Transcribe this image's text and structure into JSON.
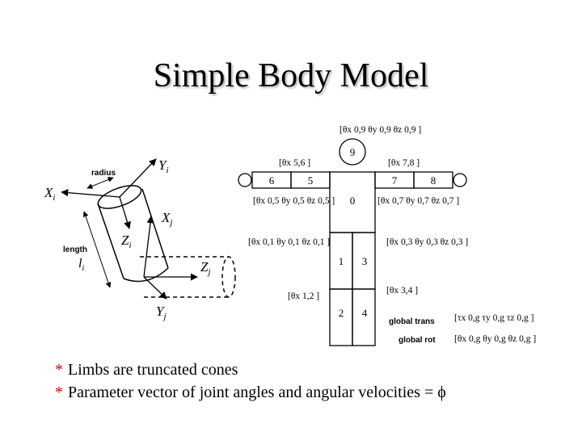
{
  "title": "Simple Body Model",
  "bullets": [
    {
      "marker": "*",
      "text": "Limbs are truncated cones"
    },
    {
      "marker": "*",
      "text": "Parameter vector of joint angles and angular velocities = ϕ"
    }
  ],
  "limb_diagram": {
    "radius_label": "radius",
    "length_label": "length",
    "li_label": "l",
    "li_sub": "i",
    "axes": [
      {
        "name": "X",
        "sub": "i"
      },
      {
        "name": "Y",
        "sub": "i"
      },
      {
        "name": "Z",
        "sub": "i"
      },
      {
        "name": "X",
        "sub": "j"
      },
      {
        "name": "Y",
        "sub": "j"
      },
      {
        "name": "Z",
        "sub": "j"
      }
    ]
  },
  "body_model": {
    "segments": [
      "9",
      "6",
      "5",
      "7",
      "8",
      "0",
      "1",
      "3",
      "2",
      "4"
    ],
    "joint_params": {
      "head": "[θx 0,9  θy 0,9  θz 0,9 ]",
      "left_shoulder": "[θx 5,6 ]",
      "right_shoulder": "[θx 7,8 ]",
      "left_upper": "[θx 0,5  θy 0,5  θz 0,5 ]",
      "right_upper": "[θx 0,7  θy 0,7  θz 0,7 ]",
      "left_hip": "[θx 0,1  θy 0,1  θz 0,1 ]",
      "right_hip": "[θx 0,3  θy 0,3  θz 0,3 ]",
      "left_knee": "[θx 1,2 ]",
      "right_knee": "[θx 3,4 ]"
    },
    "global_trans_label": "global trans",
    "global_trans_params": "[τx 0,g  τy 0,g  τz 0,g ]",
    "global_rot_label": "global rot",
    "global_rot_params": "[θx 0,g  θy 0,g  θz 0,g ]"
  }
}
